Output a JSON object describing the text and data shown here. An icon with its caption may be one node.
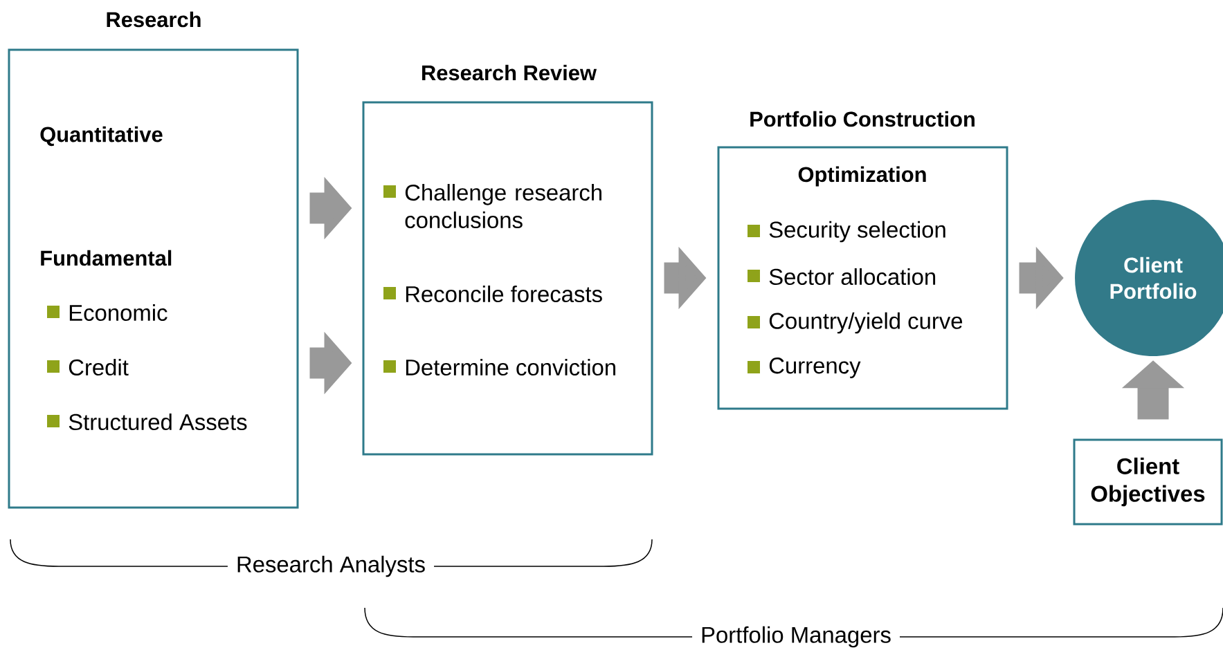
{
  "diagram": {
    "nodes": [
      {
        "text": [
          "Research",
          "Quantitative",
          "Fundamental",
          "Economic",
          "Credit",
          "Structured Assets"
        ]
      },
      {
        "text": [
          "Research Review",
          "Challenge research conclusions",
          "Reconcile forecasts",
          "Determine conviction"
        ]
      },
      {
        "text": [
          "Portfolio Construction",
          "Optimization",
          "Security selection",
          "Sector allocation",
          "Country/yield curve",
          "Currency"
        ]
      },
      {
        "text": [
          "Client Portfolio"
        ]
      },
      {
        "text": [
          "Client Objectives"
        ]
      }
    ],
    "edges": [
      {
        "from": 0,
        "to": 1,
        "arrow": "to"
      },
      {
        "from": 0,
        "to": 1,
        "arrow": "to"
      },
      {
        "from": 1,
        "to": 2,
        "arrow": "to"
      },
      {
        "from": 2,
        "to": 3,
        "arrow": "to"
      },
      {
        "from": 4,
        "to": 3,
        "arrow": "to"
      }
    ],
    "labels": [
      "Research Analysts",
      "Portfolio Managers"
    ]
  }
}
